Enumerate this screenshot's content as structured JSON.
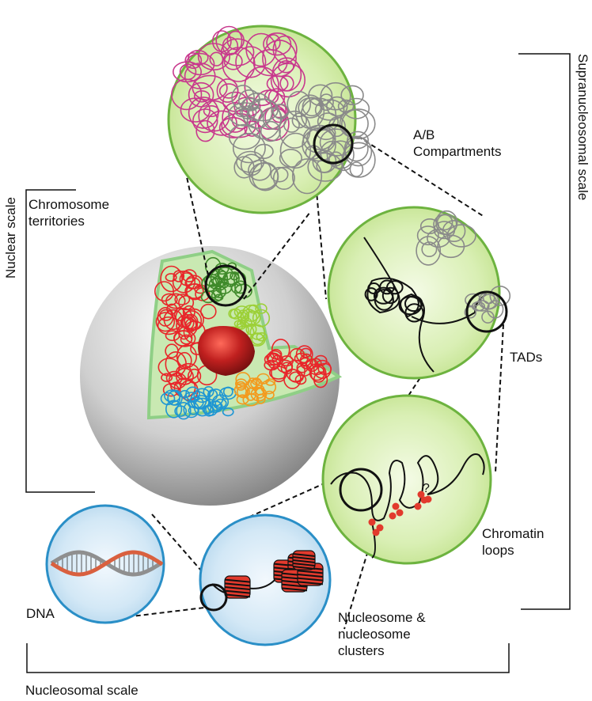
{
  "labels": {
    "ab_compartments_line1": "A/B",
    "ab_compartments_line2": "Compartments",
    "chromosome_territories_line1": "Chromosome",
    "chromosome_territories_line2": "territories",
    "tads": "TADs",
    "chromatin_loops_line1": "Chromatin",
    "chromatin_loops_line2": "loops",
    "question_mark": "?",
    "dna": "DNA",
    "nucleosome_line1": "Nucleosome &",
    "nucleosome_line2": "nucleosome",
    "nucleosome_line3": "clusters"
  },
  "scales": {
    "nuclear": "Nuclear scale",
    "supranucleosomal": "Supranucleosomal scale",
    "nucleosomal": "Nucleosomal scale"
  },
  "colors": {
    "green_circle_edge": "#6db33f",
    "green_circle_fill": "#d4eba8",
    "blue_circle_edge": "#2a8fc7",
    "blue_circle_fill": "#cfe6f5",
    "nucleus_sphere": "#bdbdbd",
    "nucleolus": "#c0201f",
    "territory_red": "#e8262a",
    "territory_dark_green": "#3f8a2a",
    "territory_light_green": "#9cd037",
    "territory_blue": "#1e96d3",
    "territory_orange": "#f39a1e",
    "compartment_pink": "#c8398d",
    "compartment_gray": "#8a8a8a",
    "nucleosome_red": "#e23a2d"
  }
}
